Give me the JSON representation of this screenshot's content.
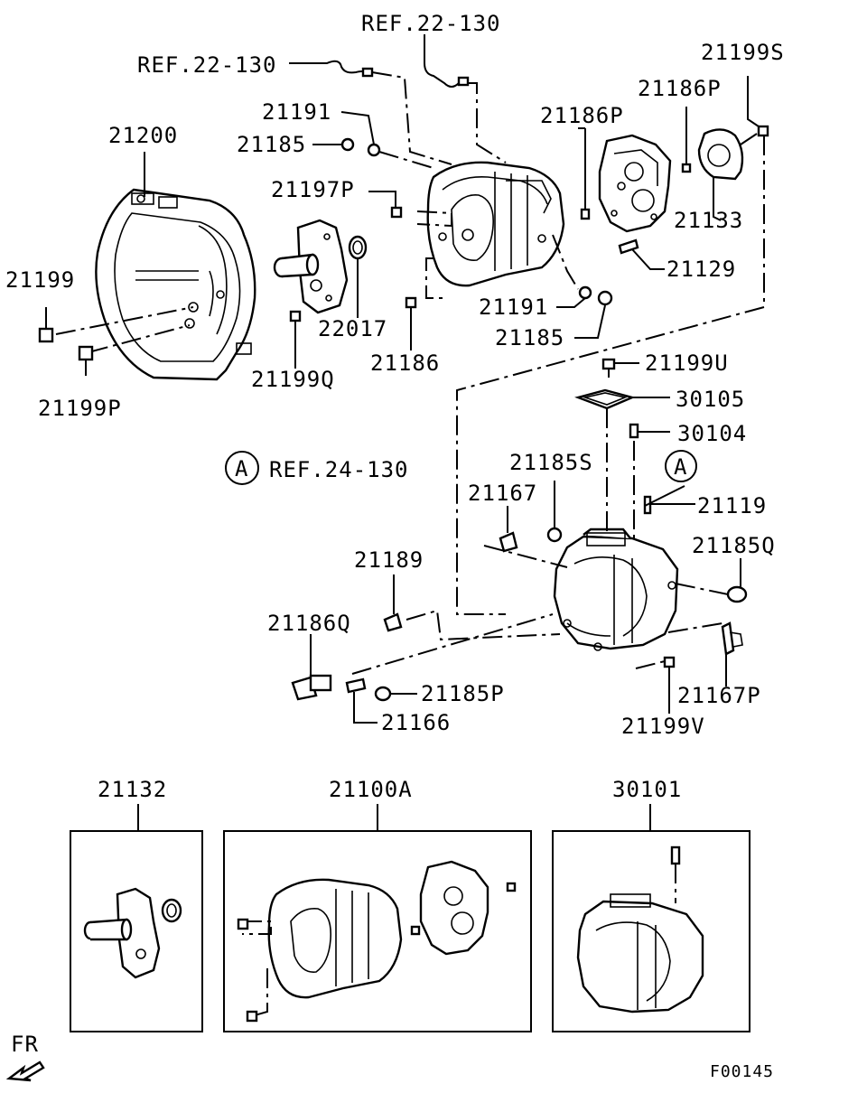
{
  "diagram": {
    "figure_code": "F00145",
    "front_marker": "FR",
    "ref_marker": "A",
    "refs": {
      "wire_top": "REF.22-130",
      "wire_left": "REF.22-130",
      "section_a": "REF.24-130"
    },
    "parts": {
      "p21200": "21200",
      "p21199": "21199",
      "p21199P": "21199P",
      "p21191_top": "21191",
      "p21185_top": "21185",
      "p21197P": "21197P",
      "p22017": "22017",
      "p21199Q": "21199Q",
      "p21186": "21186",
      "p21191_mid": "21191",
      "p21185_mid": "21185",
      "p21186P_left": "21186P",
      "p21186P_right": "21186P",
      "p21199S": "21199S",
      "p21133": "21133",
      "p21129": "21129",
      "p21199U": "21199U",
      "p30105": "30105",
      "p30104": "30104",
      "p21185S": "21185S",
      "p21167": "21167",
      "p21119": "21119",
      "p21185Q": "21185Q",
      "p21189": "21189",
      "p21186Q": "21186Q",
      "p21185P": "21185P",
      "p21166": "21166",
      "p21199V": "21199V",
      "p21167P": "21167P"
    },
    "assemblies": {
      "a21132": "21132",
      "a21100A": "21100A",
      "a30101": "30101"
    }
  }
}
